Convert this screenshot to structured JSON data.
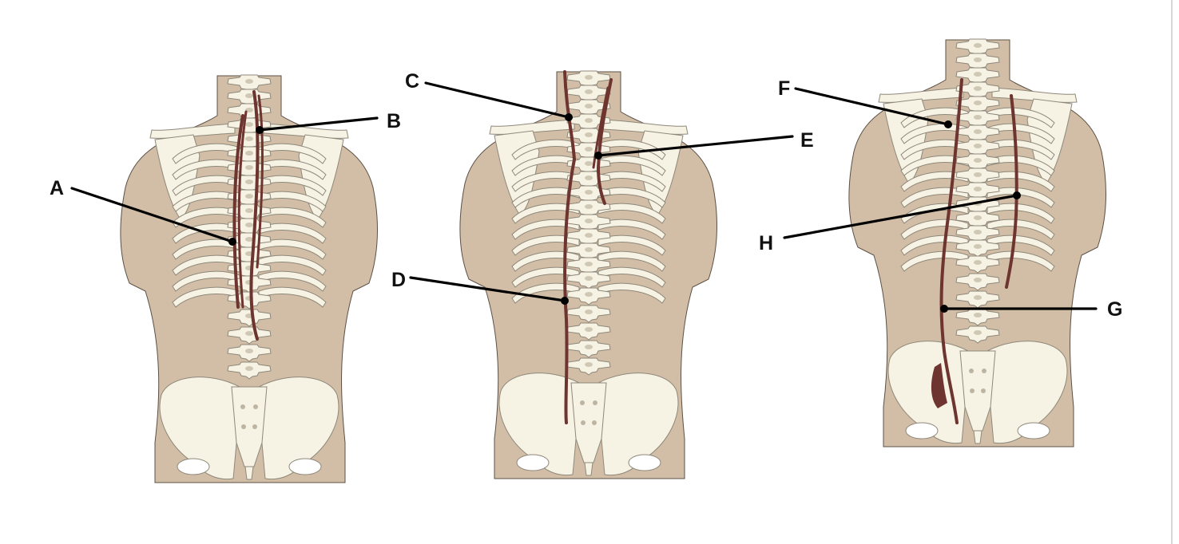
{
  "colors": {
    "skin": "#d2bea6",
    "bone": "#f6f2e4",
    "bone_shadow": "#8a8478",
    "muscle": "#6e3430",
    "leader": "#000000"
  },
  "labels": {
    "a": "A",
    "b": "B",
    "c": "C",
    "d": "D",
    "e": "E",
    "f": "F",
    "g": "G",
    "h": "H"
  }
}
